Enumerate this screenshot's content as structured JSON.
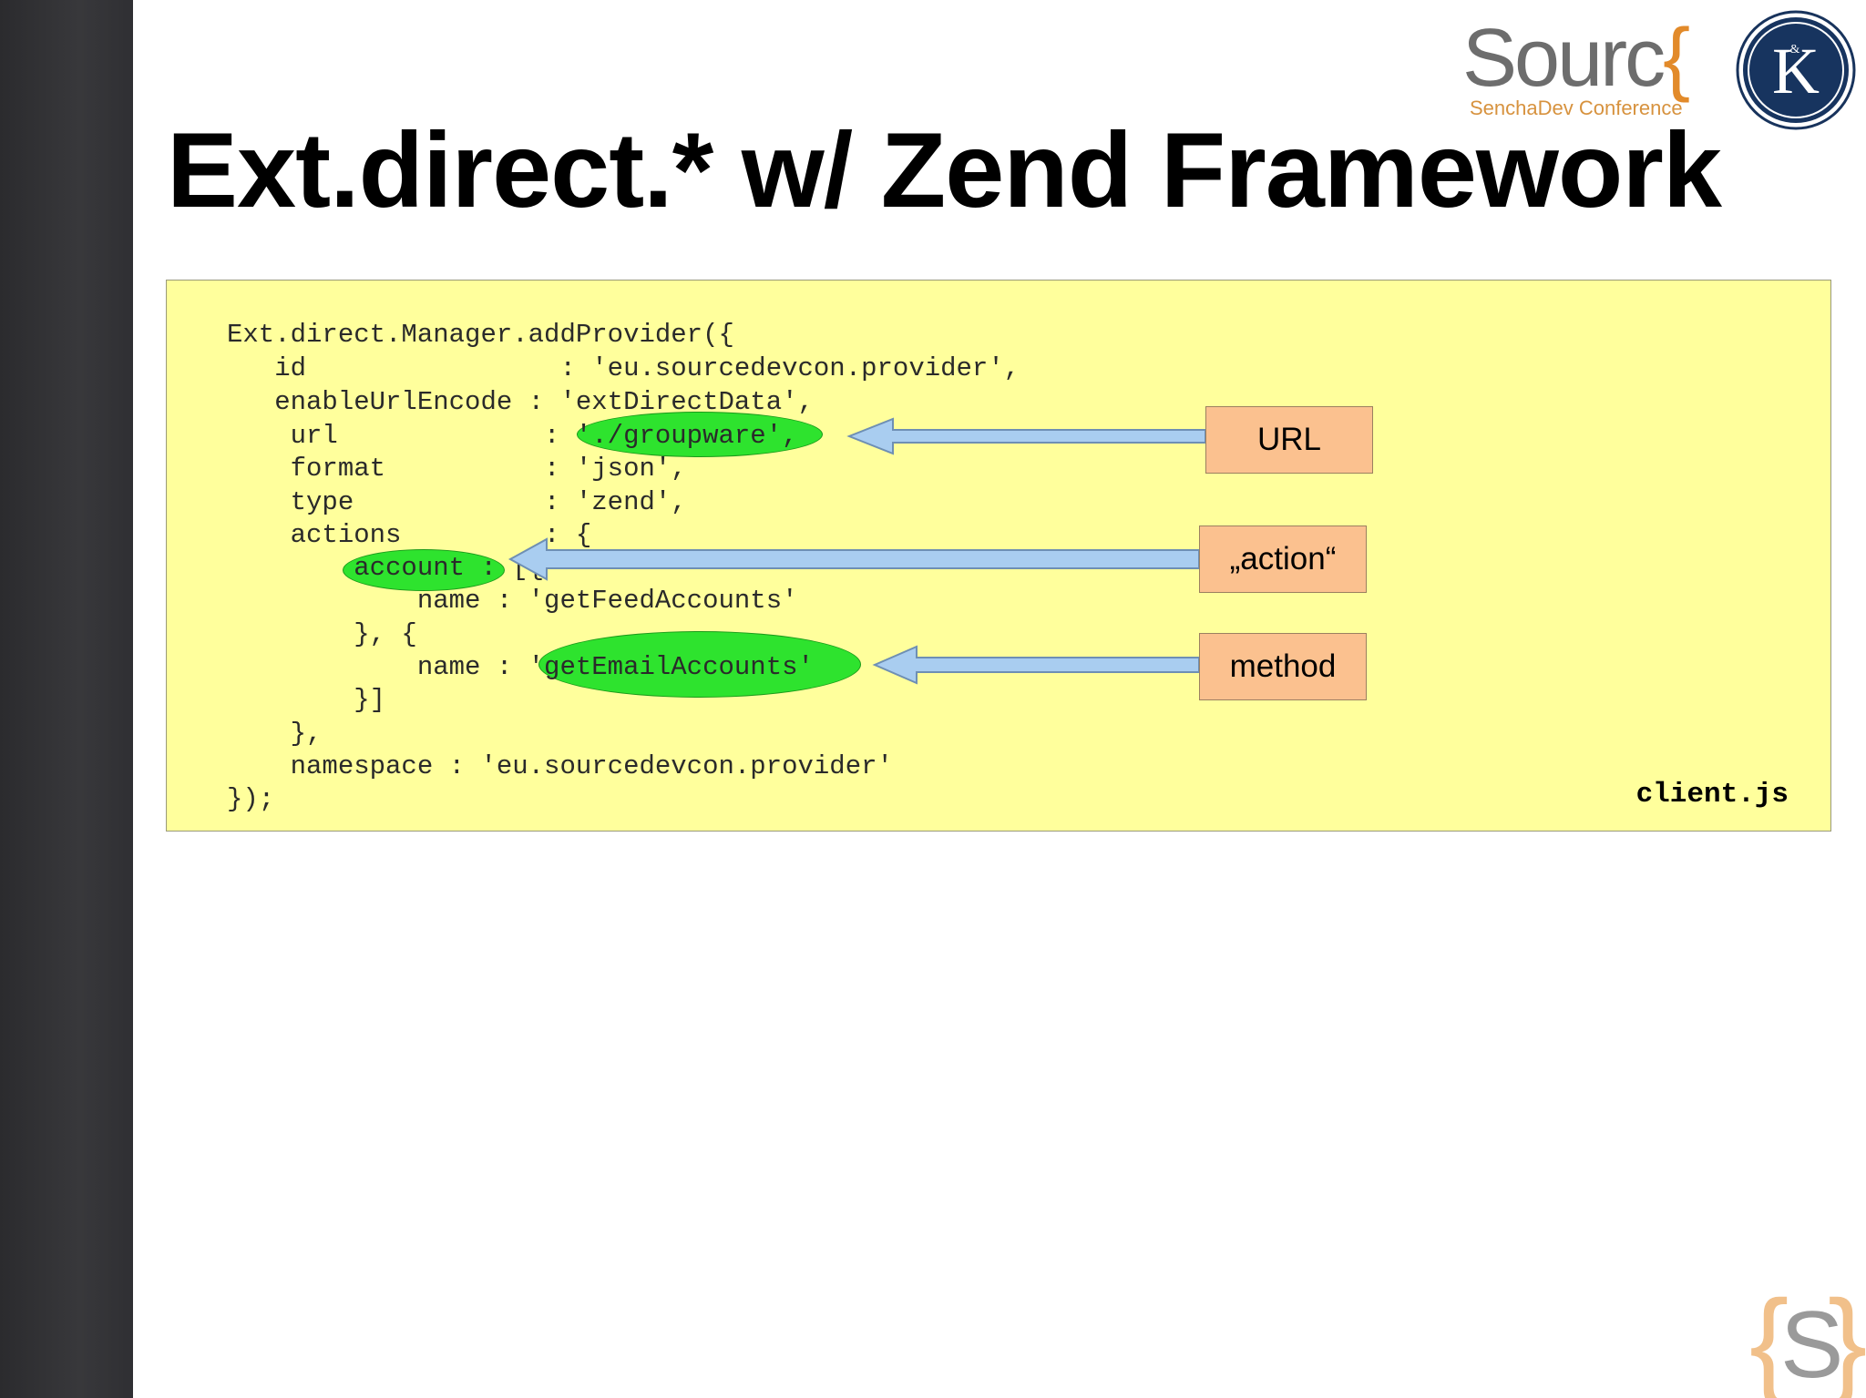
{
  "slide": {
    "title": "Ext.direct.* w/ Zend Framework"
  },
  "logo": {
    "word": "Sourc",
    "brace": "{",
    "subtitle": "SenchaDev Conference",
    "emblem_letter": "K"
  },
  "code": {
    "lines": [
      "Ext.direct.Manager.addProvider({",
      "   id                : 'eu.sourcedevcon.provider',",
      "   enableUrlEncode : 'extDirectData',",
      "    url             : './groupware',",
      "    format          : 'json',",
      "    type            : 'zend',",
      "    actions         : {",
      "        account : [{",
      "            name : 'getFeedAccounts'",
      "        }, {",
      "            name : 'getEmailAccounts'",
      "        }]",
      "    },",
      "    namespace : 'eu.sourcedevcon.provider'",
      "});"
    ],
    "highlights": {
      "url": "'./groupware',",
      "action": "account",
      "method": "'getEmailAccounts'"
    },
    "file_label": "client.js"
  },
  "callouts": {
    "url": "URL",
    "action": "„action“",
    "method": "method"
  },
  "colors": {
    "code_background": "#ffff9c",
    "highlight": "#2ee32e",
    "callout": "#fbc18f",
    "arrow": "#a9cdf0",
    "logo_orange": "#e28a2a"
  }
}
